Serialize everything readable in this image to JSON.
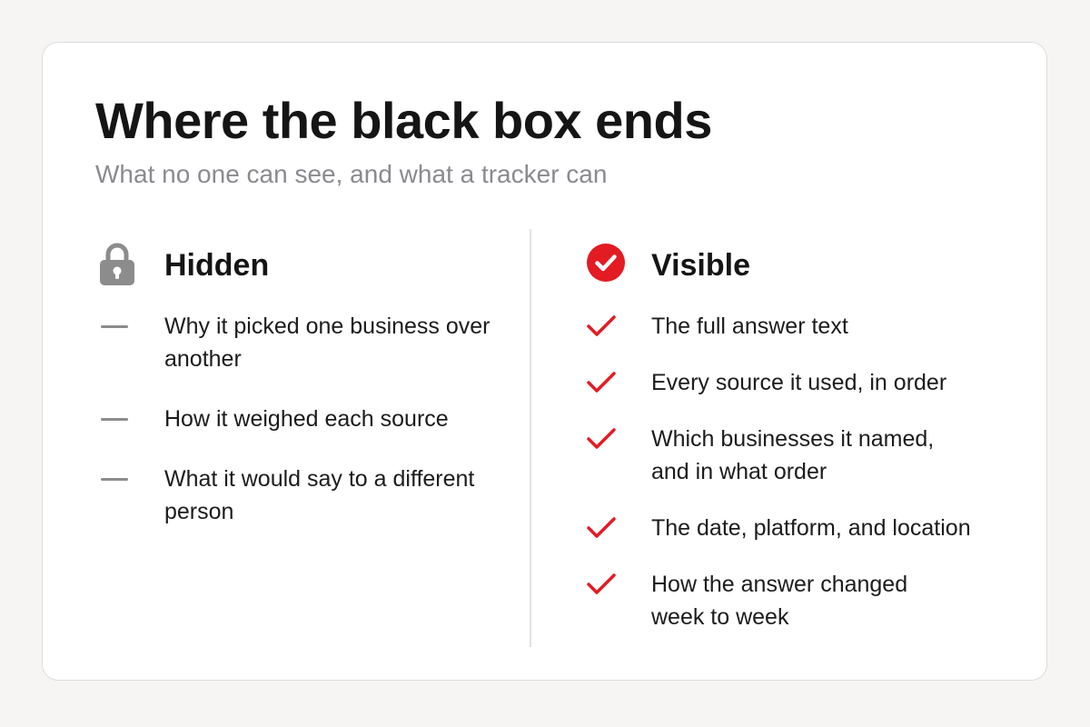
{
  "title": "Where the black box ends",
  "subtitle": "What no one can see, and what a tracker can",
  "colors": {
    "accent": "#e31b23",
    "muted_icon": "#8c8c8c",
    "text": "#151515",
    "subtitle": "#8a8a8f"
  },
  "hidden": {
    "icon": "lock-icon",
    "heading": "Hidden",
    "items": [
      {
        "text": "Why it picked one business over another"
      },
      {
        "text": "How it weighed each source"
      },
      {
        "text": "What it would say to a different person"
      }
    ]
  },
  "visible": {
    "icon": "check-circle-icon",
    "heading": "Visible",
    "items": [
      {
        "text": "The full answer text"
      },
      {
        "text": "Every source it used, in order"
      },
      {
        "text": "Which businesses it named, and in what order"
      },
      {
        "text": "The date, platform, and location"
      },
      {
        "text": "How the answer changed week to week"
      }
    ]
  }
}
